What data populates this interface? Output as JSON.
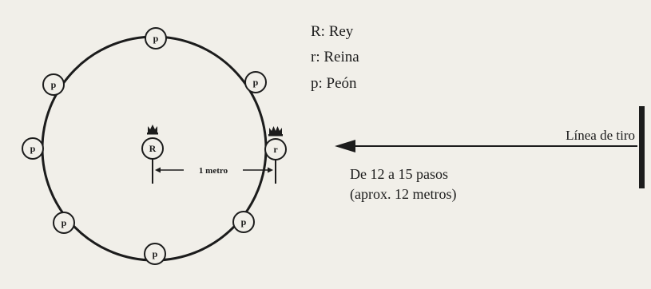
{
  "legend": {
    "rey": "R: Rey",
    "reina": "r:  Reina",
    "peon": "p: Peón"
  },
  "pieces": {
    "peon_letter": "p",
    "rey_letter": "R",
    "reina_letter": "r"
  },
  "distance_label": "1 metro",
  "shooting_line": {
    "label": "Línea de tiro",
    "distance_line1": "De 12 a 15 pasos",
    "distance_line2": "(aprox. 12 metros)"
  },
  "colors": {
    "ink": "#1c1c1c",
    "paper": "#f1efe9"
  }
}
